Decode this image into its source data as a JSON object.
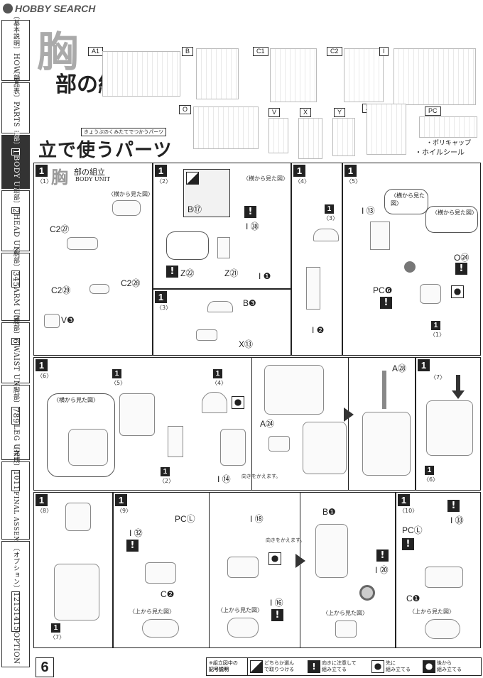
{
  "header": {
    "logo": "HOBBY SEARCH"
  },
  "page_number": "6",
  "sidebar": {
    "tabs": [
      {
        "jp": "〔基本説明〕",
        "en": "HOW TO",
        "active": false
      },
      {
        "jp": "〔部品表〕",
        "en": "PARTS LIST",
        "active": false
      },
      {
        "jp": "〔胸部〕",
        "num": "1",
        "en": "BODY UNIT",
        "active": true
      },
      {
        "jp": "〔頭部〕",
        "num": "2",
        "en": "HEAD UNIT",
        "active": false
      },
      {
        "jp": "〔腕部〕",
        "num": "345",
        "en": "ARM UNIT",
        "active": false
      },
      {
        "jp": "〔腰部〕",
        "num": "6",
        "en": "WAIST UNIT",
        "active": false
      },
      {
        "jp": "〔脚部〕",
        "num": "789",
        "en": "LEG UNIT",
        "active": false
      },
      {
        "jp": "〔完成〕",
        "num": "1011",
        "en": "FINAL ASSEMBLE",
        "active": false
      },
      {
        "jp": "〔オプション〕",
        "num": "12131415",
        "en": "OPTION",
        "active": false
      }
    ]
  },
  "parts_header": {
    "big_kanji": "胸",
    "line2": "部の組",
    "line3": "立で使うパーツ",
    "furigana": "きょうぶのくみたてでつかうパーツ",
    "tags_row1": [
      "A1",
      "B",
      "C1",
      "C2",
      "I"
    ],
    "tags_row2": [
      "O",
      "V",
      "X",
      "Y",
      "Z",
      "PC"
    ],
    "poly_caps": "・ポリキャップ",
    "hoil_seal": "・ホイルシール"
  },
  "section": {
    "kanji": "胸",
    "title": "部の組立",
    "subtitle": "BODY UNIT"
  },
  "steps": {
    "s1": {
      "no": "1",
      "sub": "〈1〉",
      "side_view": "〈横から見た図〉",
      "parts": [
        "C2㉗",
        "C2㉘",
        "C2㉙",
        "V❸"
      ]
    },
    "s2": {
      "no": "1",
      "sub": "〈2〉",
      "side_view": "〈横から見た図〉",
      "parts": [
        "B⑰",
        "I ㊳",
        "Z㉒",
        "Z㉑",
        "I ❶"
      ]
    },
    "s3": {
      "no": "1",
      "sub": "〈3〉",
      "parts": [
        "B❸",
        "X⑬"
      ]
    },
    "s4": {
      "no": "1",
      "sub": "〈4〉",
      "parts": [
        "I ❷"
      ],
      "ref": "〈3〉"
    },
    "s5": {
      "no": "1",
      "sub": "〈5〉",
      "side_view": "〈横から見た図〉",
      "parts": [
        "I ⑬",
        "O㉔",
        "PC❻"
      ],
      "ref": "〈1〉"
    },
    "s6": {
      "no": "1",
      "sub": "〈6〉",
      "side_view": "〈横から見た図〉",
      "refs": [
        "〈5〉",
        "〈4〉",
        "〈2〉"
      ],
      "parts": [
        "A㉔",
        "I ⑭",
        "A㉘"
      ],
      "note": "向きをかえます。"
    },
    "s7": {
      "no": "1",
      "sub": "〈7〉",
      "ref": "〈6〉"
    },
    "s8": {
      "no": "1",
      "sub": "〈8〉",
      "ref": "〈7〉"
    },
    "s9": {
      "no": "1",
      "sub": "〈9〉",
      "parts": [
        "PCⓁ",
        "I ㉜",
        "C❷",
        "I ⑱",
        "I ⑯",
        "B❶",
        "I ⑳"
      ],
      "top_view": "〈上から見た図〉",
      "note": "向きをかえます。"
    },
    "s10": {
      "no": "1",
      "sub": "〈10〉",
      "parts": [
        "PCⓁ",
        "I ㉝",
        "C❶"
      ],
      "top_view": "〈上から見た図〉"
    }
  },
  "legend": {
    "title1": "※組立図中の",
    "title2": "記号説明",
    "items": [
      {
        "text1": "どちらか選ん",
        "text2": "で取りつける"
      },
      {
        "text1": "向きに注意して",
        "text2": "組み立てる"
      },
      {
        "text1": "先に",
        "text2": "組み立てる"
      },
      {
        "text1": "後から",
        "text2": "組み立てる"
      }
    ]
  }
}
